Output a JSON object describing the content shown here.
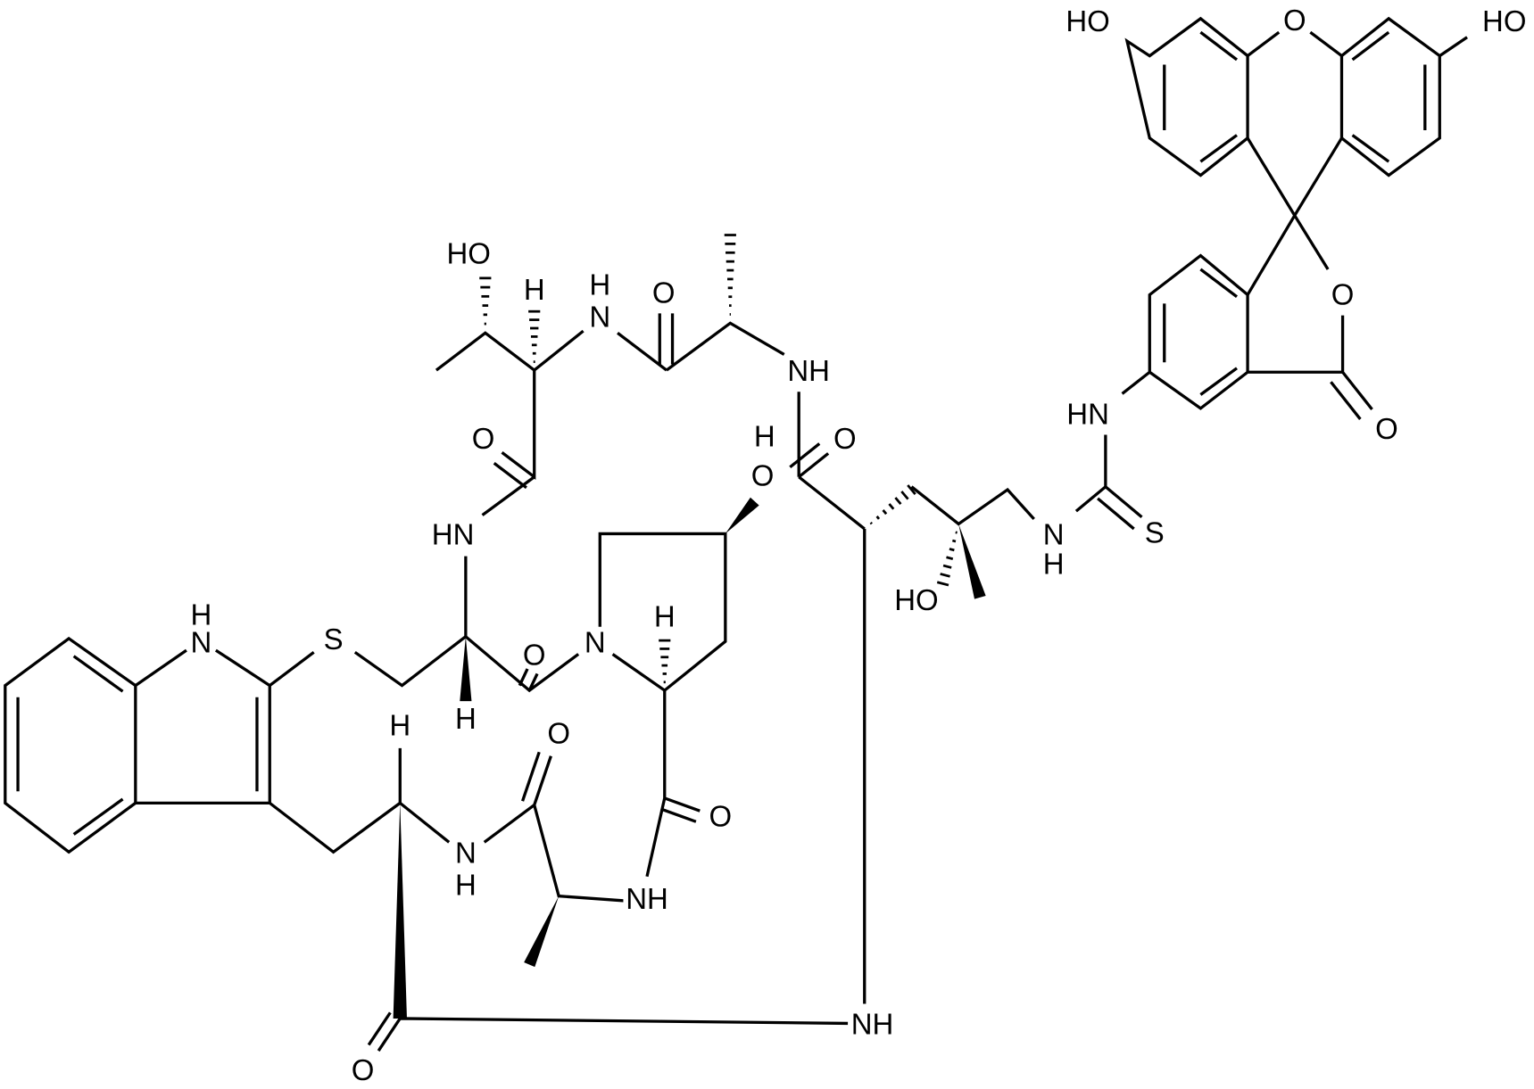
{
  "molecule": {
    "description_labels": true,
    "labels": [
      "HO",
      "O",
      "HO",
      "O",
      "O",
      "HN",
      "S",
      "N",
      "H",
      "HO",
      "O",
      "NH",
      "H",
      "O",
      "O",
      "H",
      "N",
      "H",
      "HO",
      "O",
      "HN",
      "N",
      "H",
      "O",
      "H",
      "S",
      "H",
      "N",
      "O",
      "NH",
      "O",
      "N",
      "H",
      "H",
      "NH",
      "O"
    ]
  },
  "colors": {
    "bond": "#000000",
    "background": "#ffffff"
  }
}
